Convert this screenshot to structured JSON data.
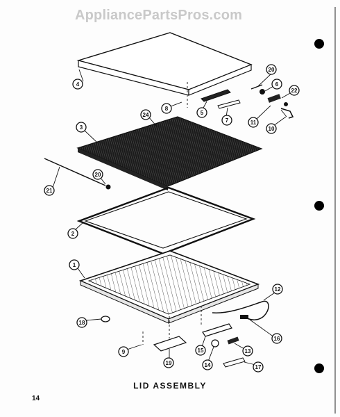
{
  "watermark": "AppliancePartsPros.com",
  "title": "LID ASSEMBLY",
  "page_number": "14",
  "callouts": [
    {
      "id": "c4",
      "label": "4"
    },
    {
      "id": "c20a",
      "label": "20"
    },
    {
      "id": "c6a",
      "label": "6"
    },
    {
      "id": "c22",
      "label": "22"
    },
    {
      "id": "c8a",
      "label": "8"
    },
    {
      "id": "c5",
      "label": "5"
    },
    {
      "id": "c7",
      "label": "7"
    },
    {
      "id": "c11",
      "label": "11"
    },
    {
      "id": "c10",
      "label": "10"
    },
    {
      "id": "c3",
      "label": "3"
    },
    {
      "id": "c24",
      "label": "24"
    },
    {
      "id": "c20b",
      "label": "20"
    },
    {
      "id": "c21",
      "label": "21"
    },
    {
      "id": "c2",
      "label": "2"
    },
    {
      "id": "c1",
      "label": "1"
    },
    {
      "id": "c12",
      "label": "12"
    },
    {
      "id": "c18",
      "label": "18"
    },
    {
      "id": "c16",
      "label": "16"
    },
    {
      "id": "c9",
      "label": "9"
    },
    {
      "id": "c15",
      "label": "15"
    },
    {
      "id": "c13",
      "label": "13"
    },
    {
      "id": "c19",
      "label": "19"
    },
    {
      "id": "c14",
      "label": "14"
    },
    {
      "id": "c17",
      "label": "17"
    }
  ],
  "colors": {
    "ink": "#111111",
    "paper": "#fdfdfd",
    "watermark": "#c9c9c9"
  }
}
